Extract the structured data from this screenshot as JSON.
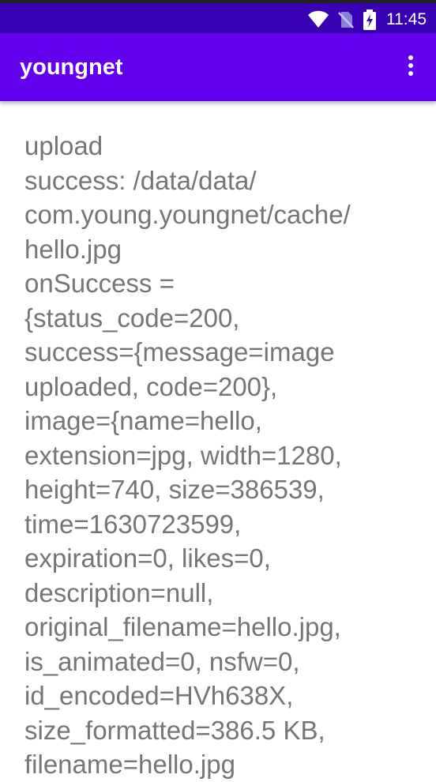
{
  "status_bar": {
    "time": "11:45",
    "icons": [
      "wifi-icon",
      "no-sim-icon",
      "battery-charging-icon"
    ]
  },
  "app_bar": {
    "title": "youngnet",
    "menu_icon": "more-vert-icon"
  },
  "content": {
    "text": "upload\nsuccess: /data/data/\ncom.young.youngnet/cache/\nhello.jpg\nonSuccess =\n{status_code=200,\nsuccess={message=image\nuploaded, code=200},\nimage={name=hello,\nextension=jpg, width=1280,\nheight=740, size=386539,\ntime=1630723599,\nexpiration=0, likes=0,\ndescription=null,\noriginal_filename=hello.jpg,\nis_animated=0, nsfw=0,\nid_encoded=HVh638X,\nsize_formatted=386.5 KB,\nfilename=hello.jpg"
  },
  "colors": {
    "status_bar": "#3700b3",
    "app_bar": "#6200ee",
    "text": "#757575"
  }
}
